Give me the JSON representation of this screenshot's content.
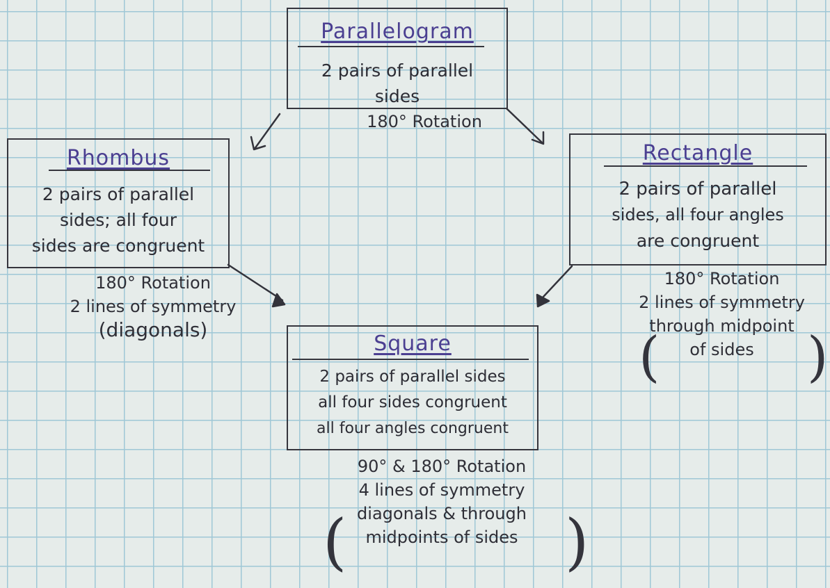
{
  "parallelogram": {
    "title": "Parallelogram",
    "desc": [
      "2 pairs of parallel",
      "sides"
    ],
    "notes": [
      "180° Rotation"
    ]
  },
  "rhombus": {
    "title": "Rhombus",
    "desc": [
      "2 pairs of parallel",
      "sides; all four",
      "sides are congruent"
    ],
    "notes": [
      "180° Rotation",
      "2 lines of symmetry",
      "(diagonals)"
    ]
  },
  "rectangle": {
    "title": "Rectangle",
    "desc": [
      "2 pairs of parallel",
      "sides, all four angles",
      "are congruent"
    ],
    "notes": [
      "180° Rotation",
      "2 lines of symmetry",
      "through midpoint",
      "of sides"
    ]
  },
  "square": {
    "title": "Square",
    "desc": [
      "2 pairs of parallel sides",
      "all four sides congruent",
      "all four angles congruent"
    ],
    "notes": [
      "90° & 180° Rotation",
      "4 lines of symmetry",
      "diagonals & through",
      "midpoints of sides"
    ]
  },
  "colors": {
    "title_ink": "#4b3f91",
    "ink": "#35353d",
    "grid": "#9fc7d6",
    "paper": "#e6ecea"
  }
}
